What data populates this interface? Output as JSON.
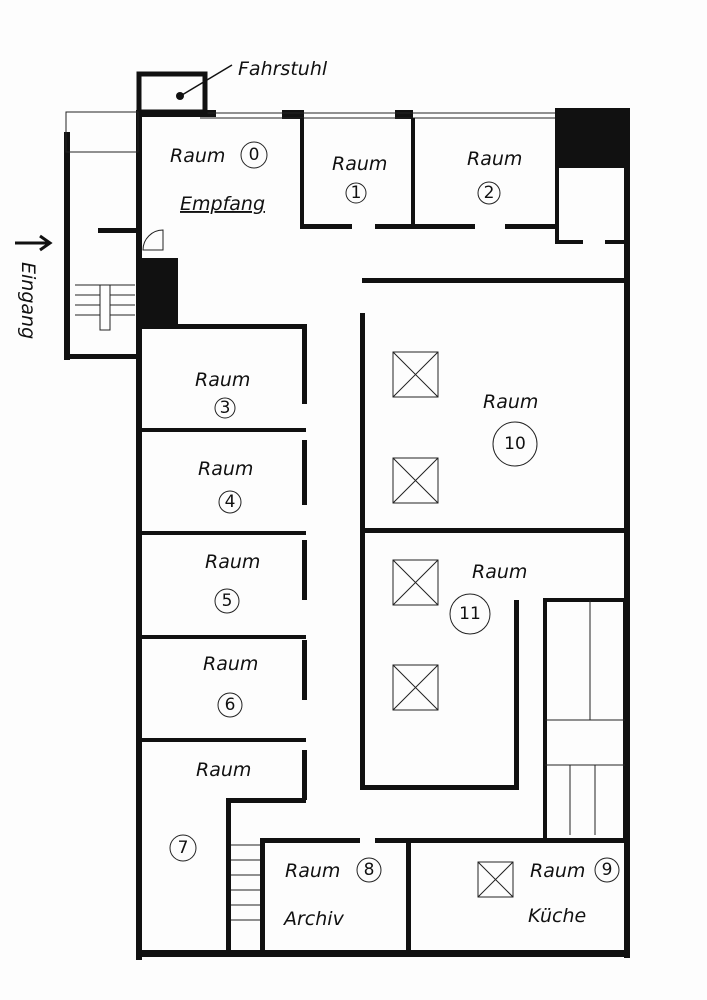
{
  "title": "Floor plan",
  "annotations": {
    "elevator": "Fahrstuhl",
    "entrance": "Eingang",
    "reception": "Empfang"
  },
  "rooms": [
    {
      "label": "Raum",
      "number": "0"
    },
    {
      "label": "Raum",
      "number": "1"
    },
    {
      "label": "Raum",
      "number": "2"
    },
    {
      "label": "Raum",
      "number": "3"
    },
    {
      "label": "Raum",
      "number": "4"
    },
    {
      "label": "Raum",
      "number": "5"
    },
    {
      "label": "Raum",
      "number": "6"
    },
    {
      "label": "Raum",
      "number": "7"
    },
    {
      "label": "Raum",
      "number": "8",
      "sub": "Archiv"
    },
    {
      "label": "Raum",
      "number": "9",
      "sub": "Küche"
    },
    {
      "label": "Raum",
      "number": "10"
    },
    {
      "label": "Raum",
      "number": "11"
    }
  ]
}
